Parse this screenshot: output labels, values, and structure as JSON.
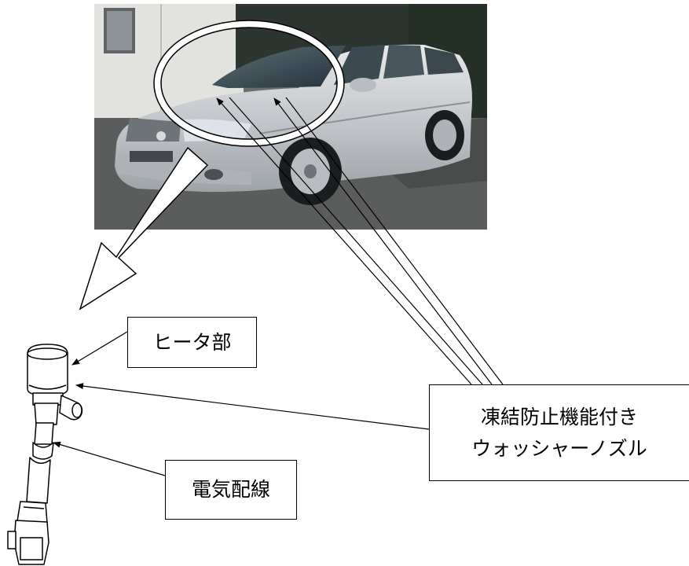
{
  "labels": {
    "heater": "ヒータ部",
    "wiring": "電気配線",
    "nozzle_line1": "凍結防止機能付き",
    "nozzle_line2": "ウォッシャーノズル"
  },
  "colors": {
    "stroke": "#000000",
    "background": "#ffffff",
    "car_body": "#c9ccd0",
    "sky": "#2f3b33"
  }
}
